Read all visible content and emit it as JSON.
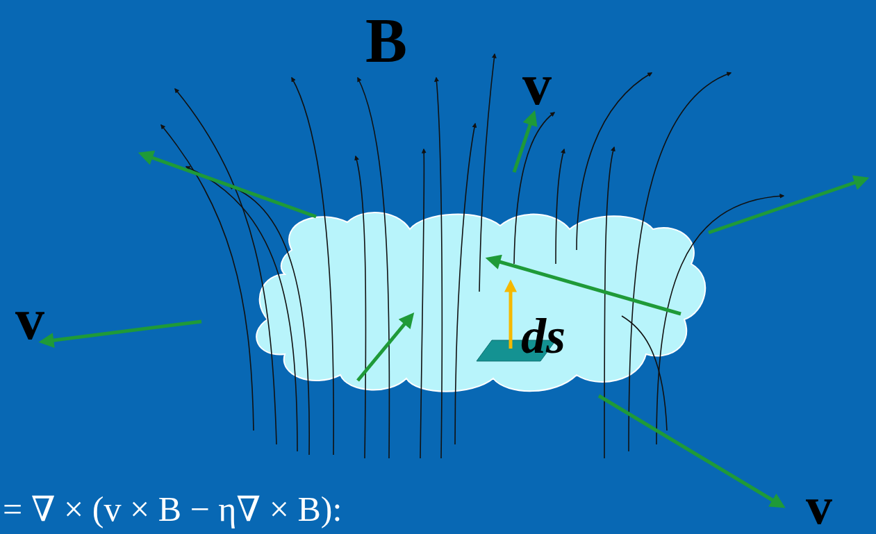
{
  "diagram": {
    "labels": [
      "B",
      "v",
      "v",
      "v",
      "ds",
      "= ∇ × (v × B − η∇ × B):"
    ]
  }
}
